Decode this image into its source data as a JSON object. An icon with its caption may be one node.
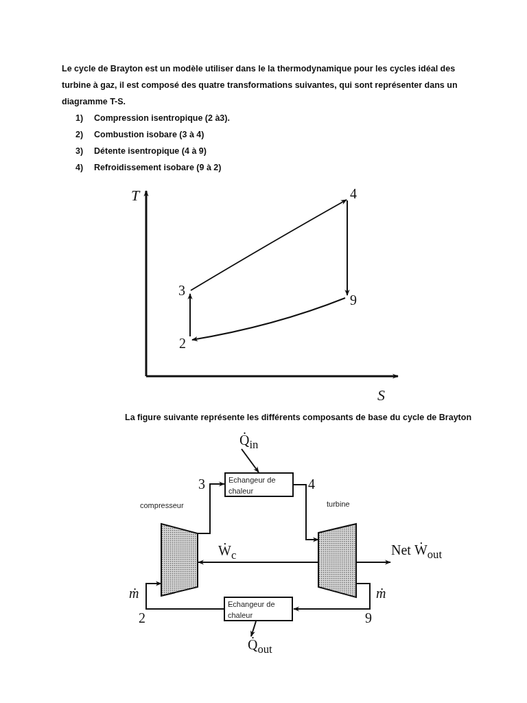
{
  "diagram": {
    "nodes": [
      {
        "text": [
          "2"
        ]
      },
      {
        "text": [
          "3"
        ]
      },
      {
        "text": [
          "4"
        ]
      },
      {
        "text": [
          "9"
        ]
      },
      {
        "text": [
          "Q̇$_{in}$"
        ]
      },
      {
        "text": [
          "Echangeur de chaleur"
        ]
      },
      {
        "text": [
          "compresseur"
        ]
      },
      {
        "text": [
          "turbine"
        ]
      },
      {
        "text": [
          "Net Ẇ$_{out}$"
        ]
      },
      {
        "text": [
          "Echangeur de chaleur"
        ]
      },
      {
        "text": [
          "Q̇$_{out}$"
        ]
      }
    ],
    "edges": [
      {
        "from": 0,
        "to": 1,
        "arrow": "to"
      },
      {
        "from": 1,
        "to": 2,
        "arrow": "to"
      },
      {
        "from": 2,
        "to": 3,
        "arrow": "to"
      },
      {
        "from": 3,
        "to": 0,
        "arrow": "to"
      },
      {
        "from": 4,
        "to": 5,
        "arrow": "to"
      },
      {
        "from": 6,
        "to": 5,
        "arrow": "to",
        "label": "3"
      },
      {
        "from": 5,
        "to": 7,
        "arrow": "to",
        "label": "4"
      },
      {
        "from": 7,
        "to": 6,
        "arrow": "to",
        "label": "Ẇ$_{c}$"
      },
      {
        "from": 7,
        "to": 8,
        "arrow": "to"
      },
      {
        "from": 7,
        "to": 9,
        "arrow": "to",
        "label": "9"
      },
      {
        "from": 9,
        "to": 6,
        "arrow": "to",
        "label": "2"
      },
      {
        "from": 9,
        "to": 10,
        "arrow": "to"
      }
    ],
    "labels": [
      "Le cycle de Brayton est un modèle utiliser dans le la thermodynamique pour les cycles idéal des turbine à gaz, il est composé des quatre transformations suivantes, qui sont représenter dans  un diagramme  T-S.",
      "1)",
      "Compression isentropique (2 à3).",
      "2)",
      "Combustion isobare (3 à 4)",
      "3)",
      "Détente isentropique (4 à 9)",
      "4)",
      "Refroidissement isobare (9 à 2)",
      "T",
      "S",
      "La figure suivante représente les différents composants de base du cycle de Brayton",
      "ṁ",
      "ṁ"
    ]
  }
}
